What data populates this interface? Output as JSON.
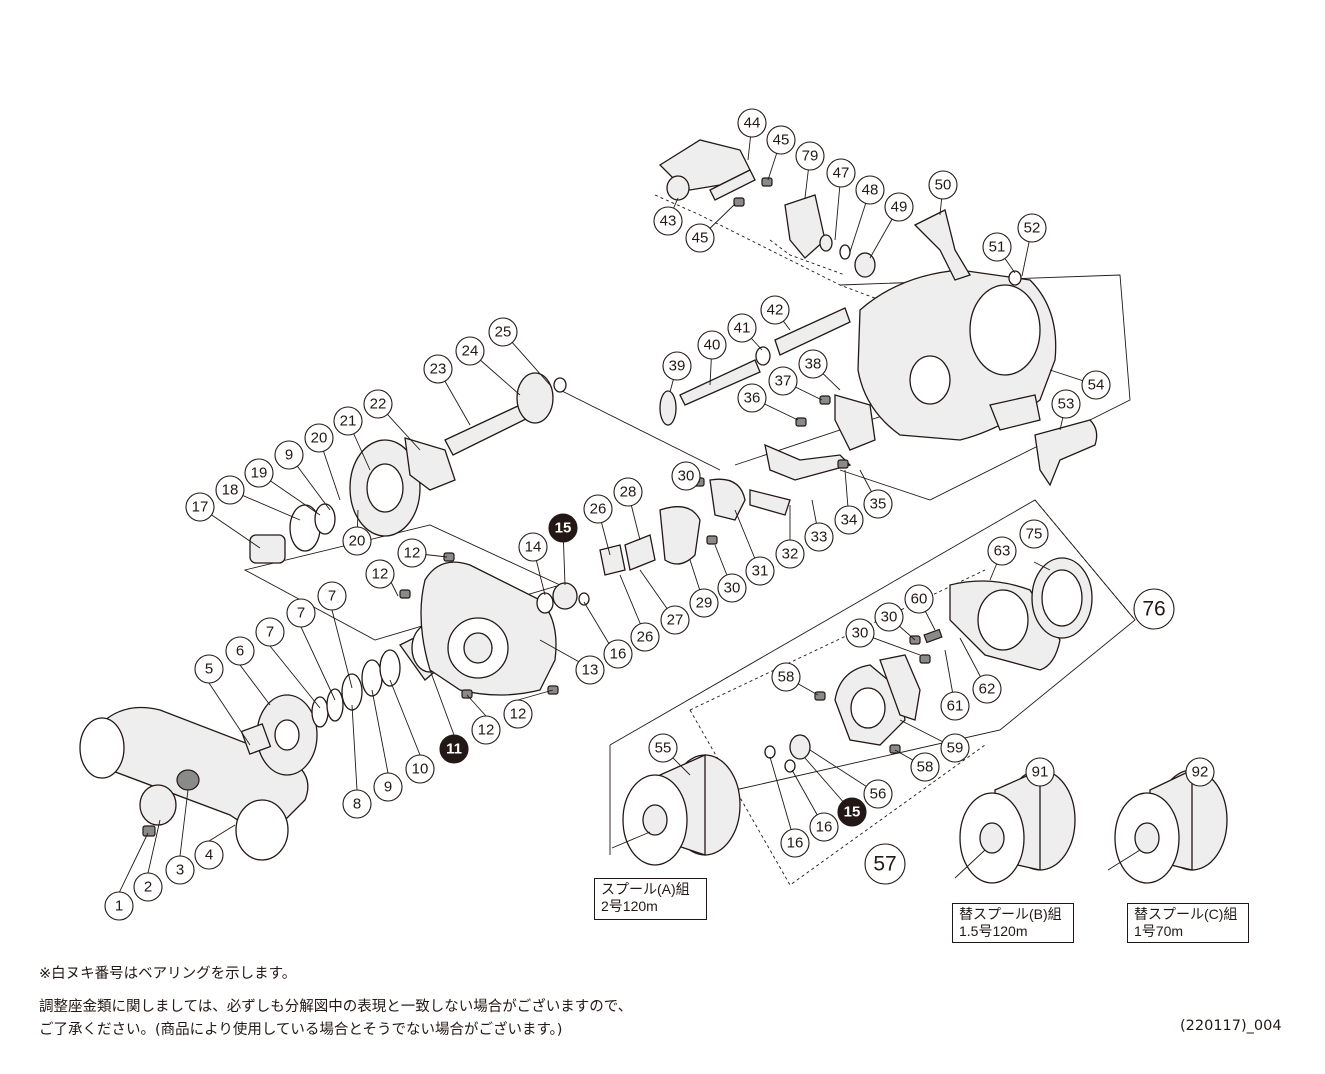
{
  "callouts": {
    "c1": "1",
    "c2": "2",
    "c3": "3",
    "c4": "4",
    "c5": "5",
    "c6": "6",
    "c7": "7",
    "c8": "8",
    "c9": "9",
    "c10": "10",
    "c11": "11",
    "c12": "12",
    "c13": "13",
    "c14": "14",
    "c15": "15",
    "c16": "16",
    "c17": "17",
    "c18": "18",
    "c19": "19",
    "c20": "20",
    "c21": "21",
    "c22": "22",
    "c23": "23",
    "c24": "24",
    "c25": "25",
    "c26": "26",
    "c27": "27",
    "c28": "28",
    "c29": "29",
    "c30": "30",
    "c31": "31",
    "c32": "32",
    "c33": "33",
    "c34": "34",
    "c35": "35",
    "c36": "36",
    "c37": "37",
    "c38": "38",
    "c39": "39",
    "c40": "40",
    "c41": "41",
    "c42": "42",
    "c43": "43",
    "c44": "44",
    "c45": "45",
    "c47": "47",
    "c48": "48",
    "c49": "49",
    "c50": "50",
    "c51": "51",
    "c52": "52",
    "c53": "53",
    "c54": "54",
    "c55": "55",
    "c56": "56",
    "c57": "57",
    "c58": "58",
    "c59": "59",
    "c60": "60",
    "c61": "61",
    "c62": "62",
    "c63": "63",
    "c75": "75",
    "c76": "76",
    "c79": "79",
    "c91": "91",
    "c92": "92"
  },
  "spool_labels": {
    "a_line1": "スプール(A)組",
    "a_line2": "2号120m",
    "b_line1": "替スプール(B)組",
    "b_line2": "1.5号120m",
    "c_line1": "替スプール(C)組",
    "c_line2": "1号70m"
  },
  "notes": {
    "bearing_note": "※白ヌキ番号はベアリングを示します。",
    "adjust_line1": "調整座金類に関しましては、必ずしも分解図中の表現と一致しない場合がございますので、",
    "adjust_line2": "ご了承ください。(商品により使用している場合とそうでない場合がございます。)",
    "diagram_code": "(220117)_004"
  }
}
